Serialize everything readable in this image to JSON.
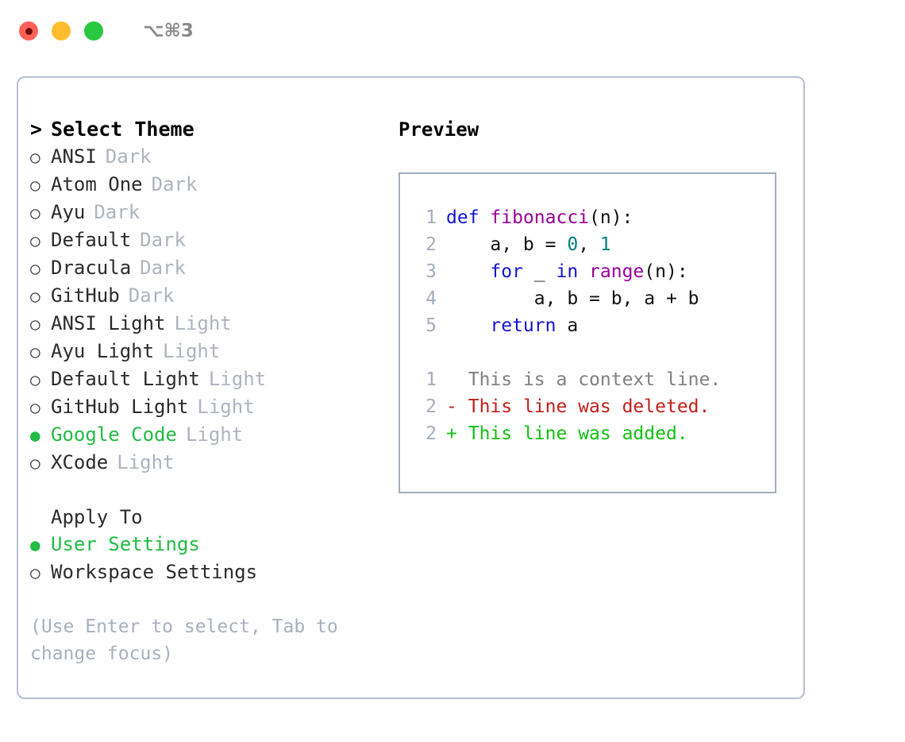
{
  "titlebar": {
    "shortcut": "⌥⌘3",
    "buttons": [
      {
        "name": "close",
        "color": "#ff6159"
      },
      {
        "name": "minimize",
        "color": "#ffbd2e"
      },
      {
        "name": "maximize",
        "color": "#28c840"
      }
    ]
  },
  "theme_list": {
    "header": "Select Theme",
    "header_marker": ">",
    "marker_unselected": "○",
    "marker_selected": "●",
    "items": [
      {
        "label": "ANSI",
        "suffix": "Dark",
        "selected": false
      },
      {
        "label": "Atom One",
        "suffix": "Dark",
        "selected": false
      },
      {
        "label": "Ayu",
        "suffix": "Dark",
        "selected": false
      },
      {
        "label": "Default",
        "suffix": "Dark",
        "selected": false
      },
      {
        "label": "Dracula",
        "suffix": "Dark",
        "selected": false
      },
      {
        "label": "GitHub",
        "suffix": "Dark",
        "selected": false
      },
      {
        "label": "ANSI Light",
        "suffix": "Light",
        "selected": false
      },
      {
        "label": "Ayu Light",
        "suffix": "Light",
        "selected": false
      },
      {
        "label": "Default Light",
        "suffix": "Light",
        "selected": false
      },
      {
        "label": "GitHub Light",
        "suffix": "Light",
        "selected": false
      },
      {
        "label": "Google Code",
        "suffix": "Light",
        "selected": true
      },
      {
        "label": "XCode",
        "suffix": "Light",
        "selected": false
      }
    ]
  },
  "apply_to": {
    "title": "Apply To",
    "items": [
      {
        "label": "User Settings",
        "selected": true
      },
      {
        "label": "Workspace Settings",
        "selected": false
      }
    ]
  },
  "hint": "(Use Enter to select, Tab to change focus)",
  "preview": {
    "title": "Preview",
    "code_lines": [
      {
        "number": "1",
        "tokens": [
          {
            "text": "def ",
            "type": "kw"
          },
          {
            "text": "fibonacci",
            "type": "fn"
          },
          {
            "text": "(n):",
            "type": "plain"
          }
        ]
      },
      {
        "number": "2",
        "tokens": [
          {
            "text": "    a, b = ",
            "type": "plain"
          },
          {
            "text": "0",
            "type": "num"
          },
          {
            "text": ", ",
            "type": "plain"
          },
          {
            "text": "1",
            "type": "num"
          }
        ]
      },
      {
        "number": "3",
        "tokens": [
          {
            "text": "    ",
            "type": "plain"
          },
          {
            "text": "for",
            "type": "kw"
          },
          {
            "text": " _ ",
            "type": "plain"
          },
          {
            "text": "in",
            "type": "kw"
          },
          {
            "text": " ",
            "type": "plain"
          },
          {
            "text": "range",
            "type": "fn"
          },
          {
            "text": "(n):",
            "type": "plain"
          }
        ]
      },
      {
        "number": "4",
        "tokens": [
          {
            "text": "        a, b = b, a + b",
            "type": "plain"
          }
        ]
      },
      {
        "number": "5",
        "tokens": [
          {
            "text": "    ",
            "type": "plain"
          },
          {
            "text": "return",
            "type": "kw"
          },
          {
            "text": " a",
            "type": "plain"
          }
        ]
      }
    ],
    "diff_lines": [
      {
        "number": "1",
        "marker": " ",
        "text": "This is a context line.",
        "type": "ctx"
      },
      {
        "number": "2",
        "marker": "-",
        "text": "This line was deleted.",
        "type": "del"
      },
      {
        "number": "2",
        "marker": "+",
        "text": "This line was added.",
        "type": "add"
      }
    ]
  },
  "colors": {
    "accent_green": "#22bb44",
    "muted_text": "#aeb4be",
    "hint_text": "#a8b0bd",
    "border": "#b7c0cd",
    "preview_border": "#a3adbd",
    "keyword": "#1414d6",
    "function": "#990099",
    "number": "#008080",
    "diff_context": "#808080",
    "diff_deleted": "#c0201a",
    "diff_added": "#12c112",
    "linenumber": "#a3adbd"
  }
}
